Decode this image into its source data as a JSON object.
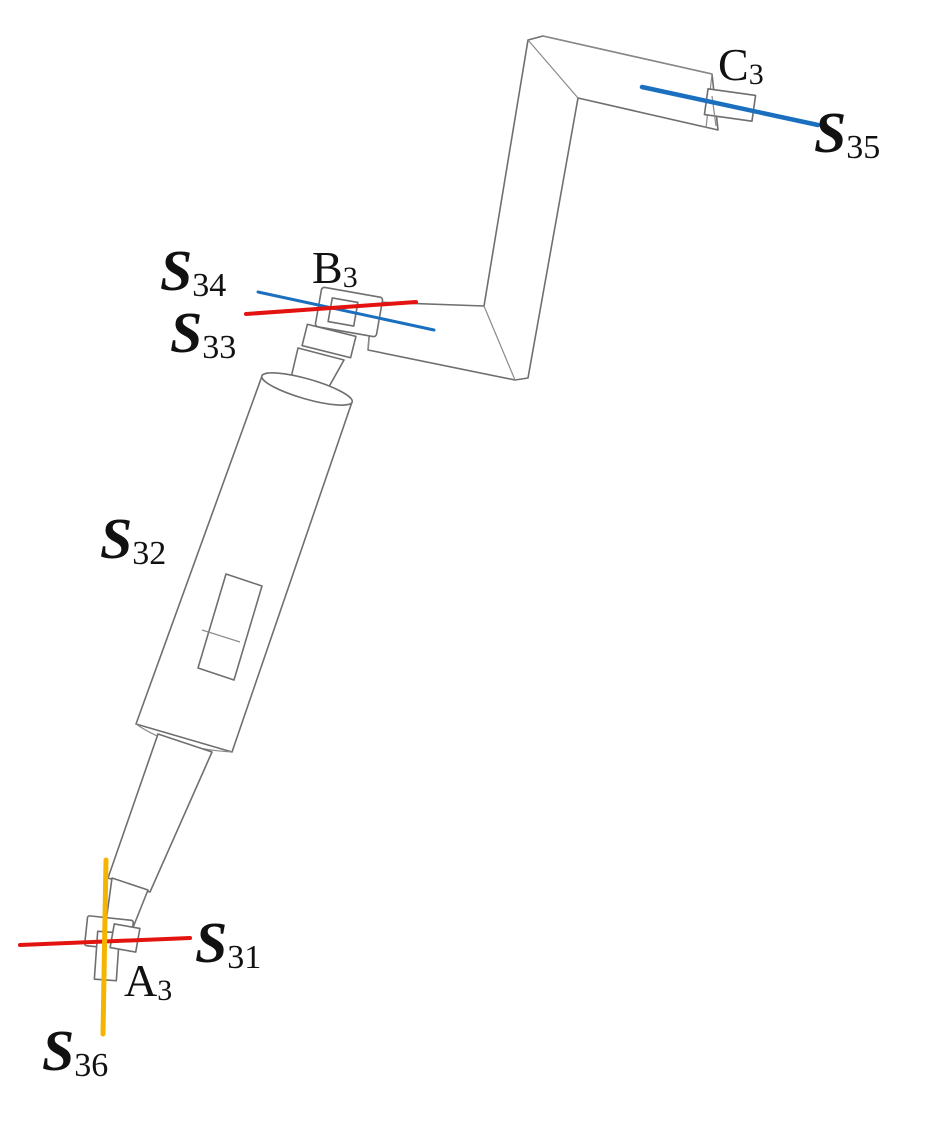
{
  "labels": {
    "s31": {
      "base": "S",
      "sub": "31"
    },
    "s32": {
      "base": "S",
      "sub": "32"
    },
    "s33": {
      "base": "S",
      "sub": "33"
    },
    "s34": {
      "base": "S",
      "sub": "34"
    },
    "s35": {
      "base": "S",
      "sub": "35"
    },
    "s36": {
      "base": "S",
      "sub": "36"
    },
    "a3": {
      "base": "A",
      "sub": "3"
    },
    "b3": {
      "base": "B",
      "sub": "3"
    },
    "c3": {
      "base": "C",
      "sub": "3"
    }
  },
  "colors": {
    "red_axis": "#e3140f",
    "blue_axis": "#1a6fbf",
    "yellow_axis": "#f5b400",
    "outline": "#6f6f6f"
  }
}
